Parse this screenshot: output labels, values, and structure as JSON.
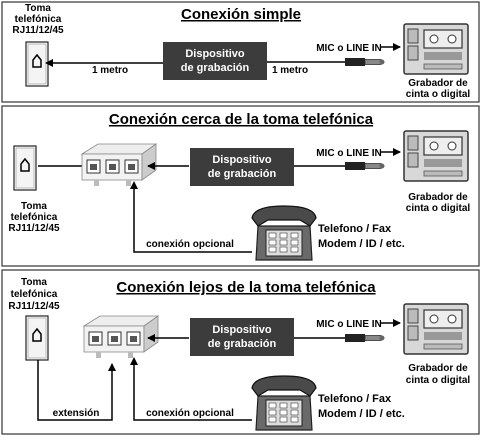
{
  "sections": [
    {
      "title": "Conexión simple",
      "jack_label": [
        "Toma",
        "telefónica",
        "RJ11/12/45"
      ],
      "device_label": [
        "Dispositivo",
        "de grabación"
      ],
      "left_cable_label": "1 metro",
      "right_cable_label": "1 metro",
      "mic_label": "MIC o LINE IN",
      "recorder_label": [
        "Grabador de",
        "cinta o digital"
      ]
    },
    {
      "title": "Conexión cerca de la toma telefónica",
      "jack_label": [
        "Toma",
        "telefónica",
        "RJ11/12/45"
      ],
      "device_label": [
        "Dispositivo",
        "de grabación"
      ],
      "mic_label": "MIC o LINE IN",
      "recorder_label": [
        "Grabador de",
        "cinta o digital"
      ],
      "optional_label": "conexión opcional",
      "phone_label": [
        "Telefono / Fax",
        "Modem / ID / etc."
      ]
    },
    {
      "title": "Conexión lejos de la toma telefónica",
      "jack_label": [
        "Toma",
        "telefónica",
        "RJ11/12/45"
      ],
      "device_label": [
        "Dispositivo",
        "de grabación"
      ],
      "mic_label": "MIC o LINE IN",
      "recorder_label": [
        "Grabador de",
        "cinta o digital"
      ],
      "extension_label": "extensión",
      "optional_label": "conexión opcional",
      "phone_label": [
        "Telefono / Fax",
        "Modem / ID / etc."
      ]
    }
  ],
  "colors": {
    "device_box": "#3c3c3c",
    "border": "#333333",
    "phone": "#5a5a5a"
  }
}
